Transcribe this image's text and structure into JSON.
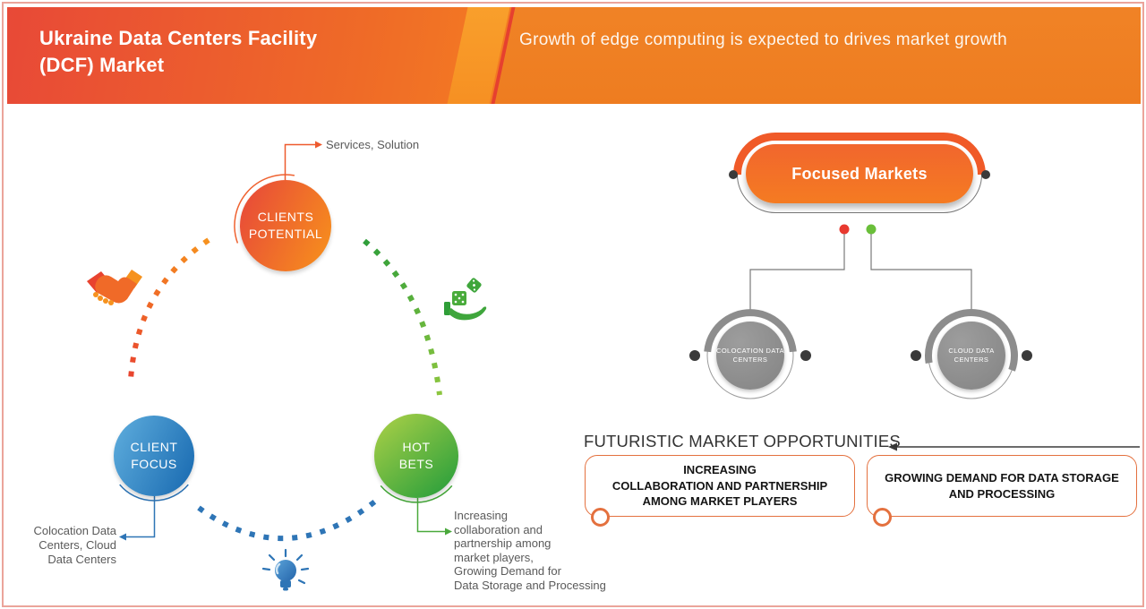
{
  "header": {
    "title_lines": [
      "Ukraine Data Centers Facility",
      "(DCF) Market"
    ],
    "tagline": "Growth of edge computing is expected to drives market growth"
  },
  "cycle": {
    "clients_potential": {
      "label_lines": [
        "CLIENTS",
        "POTENTIAL"
      ],
      "note": "Services, Solution"
    },
    "client_focus": {
      "label_lines": [
        "CLIENT",
        "FOCUS"
      ],
      "note_lines": [
        "Colocation Data",
        "Centers, Cloud",
        "Data Centers"
      ]
    },
    "hot_bets": {
      "label_lines": [
        "HOT",
        "BETS"
      ],
      "note_lines": [
        "Increasing",
        "collaboration and",
        "partnership among",
        "market players,",
        "Growing Demand for",
        "Data Storage and Processing"
      ]
    },
    "icons": [
      "handshake-icon",
      "dice-in-hand-icon",
      "lightbulb-icon"
    ]
  },
  "focus_tree": {
    "root": "Focused Markets",
    "nodes": [
      {
        "label_lines": [
          "COLOCATION DATA",
          "CENTERS"
        ]
      },
      {
        "label_lines": [
          "CLOUD DATA",
          "CENTERS"
        ]
      }
    ]
  },
  "opportunities": {
    "heading": "FUTURISTIC MARKET OPPORTUNITIES",
    "boxes": [
      {
        "lines": [
          "INCREASING",
          "COLLABORATION AND PARTNERSHIP",
          "AMONG MARKET PLAYERS"
        ]
      },
      {
        "lines": [
          "GROWING DEMAND FOR DATA STORAGE",
          "AND PROCESSING"
        ]
      }
    ]
  },
  "colors": {
    "header_red": "#e84937",
    "header_orange": "#f0812a",
    "accent_orange": "#f05a28",
    "blue": "#2e75b6",
    "green": "#44a838",
    "gray_node": "#8d8d8d",
    "dot_dark": "#3a3a3a",
    "red_dot": "#e8392f",
    "green_dot": "#6abf3a",
    "note_text": "#5a5a5a",
    "page_border": "#eba49a"
  }
}
